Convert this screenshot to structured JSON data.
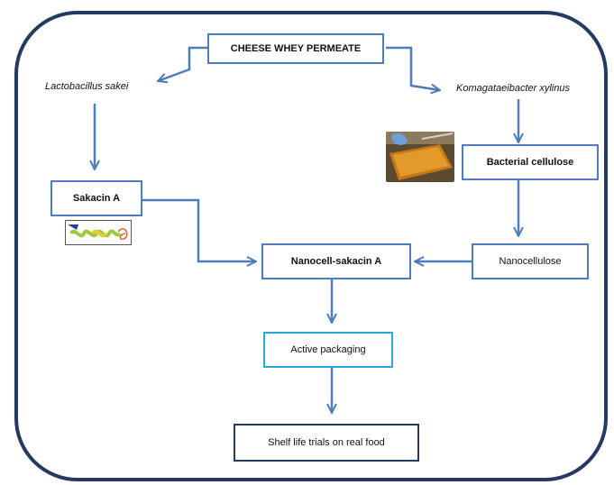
{
  "nodes": {
    "source": "CHEESE WHEY PERMEATE",
    "sakacin": "Sakacin A",
    "bacterial_cellulose": "Bacterial cellulose",
    "nanocell_sakacin": "Nanocell-sakacin A",
    "nanocellulose": "Nanocellulose",
    "active_packaging": "Active packaging",
    "shelf_life": "Shelf life trials on real food"
  },
  "organisms": {
    "left": "Lactobacillus sakei",
    "right": "Komagataeibacter xylinus"
  },
  "colors": {
    "frame": "#253a63",
    "arrow": "#4f7dbb",
    "box_border": "#4f7dbb",
    "highlight_border": "#2ba9da"
  },
  "icons": {
    "photo": "bacterial-cellulose-photo",
    "protein": "protein-structure-icon"
  }
}
